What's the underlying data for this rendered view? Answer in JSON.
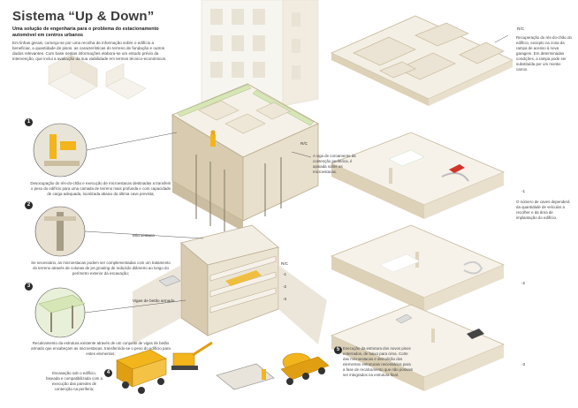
{
  "title": "Sistema “Up & Down”",
  "subtitle": "Uma solução de engenharia para o problema do estacionamento automóvel em centros urbanos",
  "intro": "Em linhas gerais, começa-se por uma recolha de informação sobre o edifício a beneficiar, a quantidade de pisos, as características do terreno de fundação e outros dados relevantes. Com base nestas informações elabora-se um estudo prévio da intervenção, que inclui a avaliação da sua viabilidade em termos técnico-económicos.",
  "steps": [
    {
      "number": "1",
      "caption": "Desocupação do rés-do-chão e execução de microestacas destinadas a transferir o peso do edifício para uma camada de terreno mais profunda e com capacidade de carga adequada, localizada abaixo da última cave prevista;"
    },
    {
      "number": "2",
      "caption": "Se necessário, as microestacas podem ser complementadas com um tratamento do terreno através de colunas de jet grouting de reduzido diâmetro ao longo do perímetro exterior da escavação;"
    },
    {
      "number": "3",
      "caption": "Recalcamento da estrutura existente através de um conjunto de vigas de betão armado que encabeçam as microestacas, transferindo-se o peso do edifício para estes elementos;"
    },
    {
      "number": "4",
      "caption": "Escavação sob o edifício, faseada e compatibilizada com a execução das paredes de contenção na periferia;"
    },
    {
      "number": "5",
      "caption": "Execução da estrutura dos novos pisos enterrados, de baixo para cima. Corte das microestacas e demolição dos elementos estruturais necessários para a fase de recalcamento que não possam ser integrados na estrutura final."
    }
  ],
  "labels": {
    "microestaca": "Microestaca",
    "vigas": "Vigas de betão armado",
    "viga_coroamento": "A viga de coroamento da contenção periférica, é apoiada sobre as microestacas.",
    "rc_mid": "R/C",
    "levels_mid": [
      "R/C",
      "-1",
      "-2",
      "-3"
    ],
    "rc_right": "R/C",
    "rc_right_text": "Recuperação do rés-do-chão do edifício, excepto na zona da rampa de acesso à nova garagem. Em determinadas condições, a rampa pode ser substituída por um monta-carros.",
    "levels_right": [
      "-1",
      "-2",
      "-3"
    ],
    "caves_text": "O número de caves dependerá da quantidade de veículos a recolher e da área de implantação do edifício."
  },
  "colors": {
    "wall": "#efe7d6",
    "wall_dark": "#d9ccb2",
    "floor": "#f6f2ea",
    "green": "#d7e6b6",
    "yellow": "#f2b51c",
    "ground": "#e4dccb"
  }
}
